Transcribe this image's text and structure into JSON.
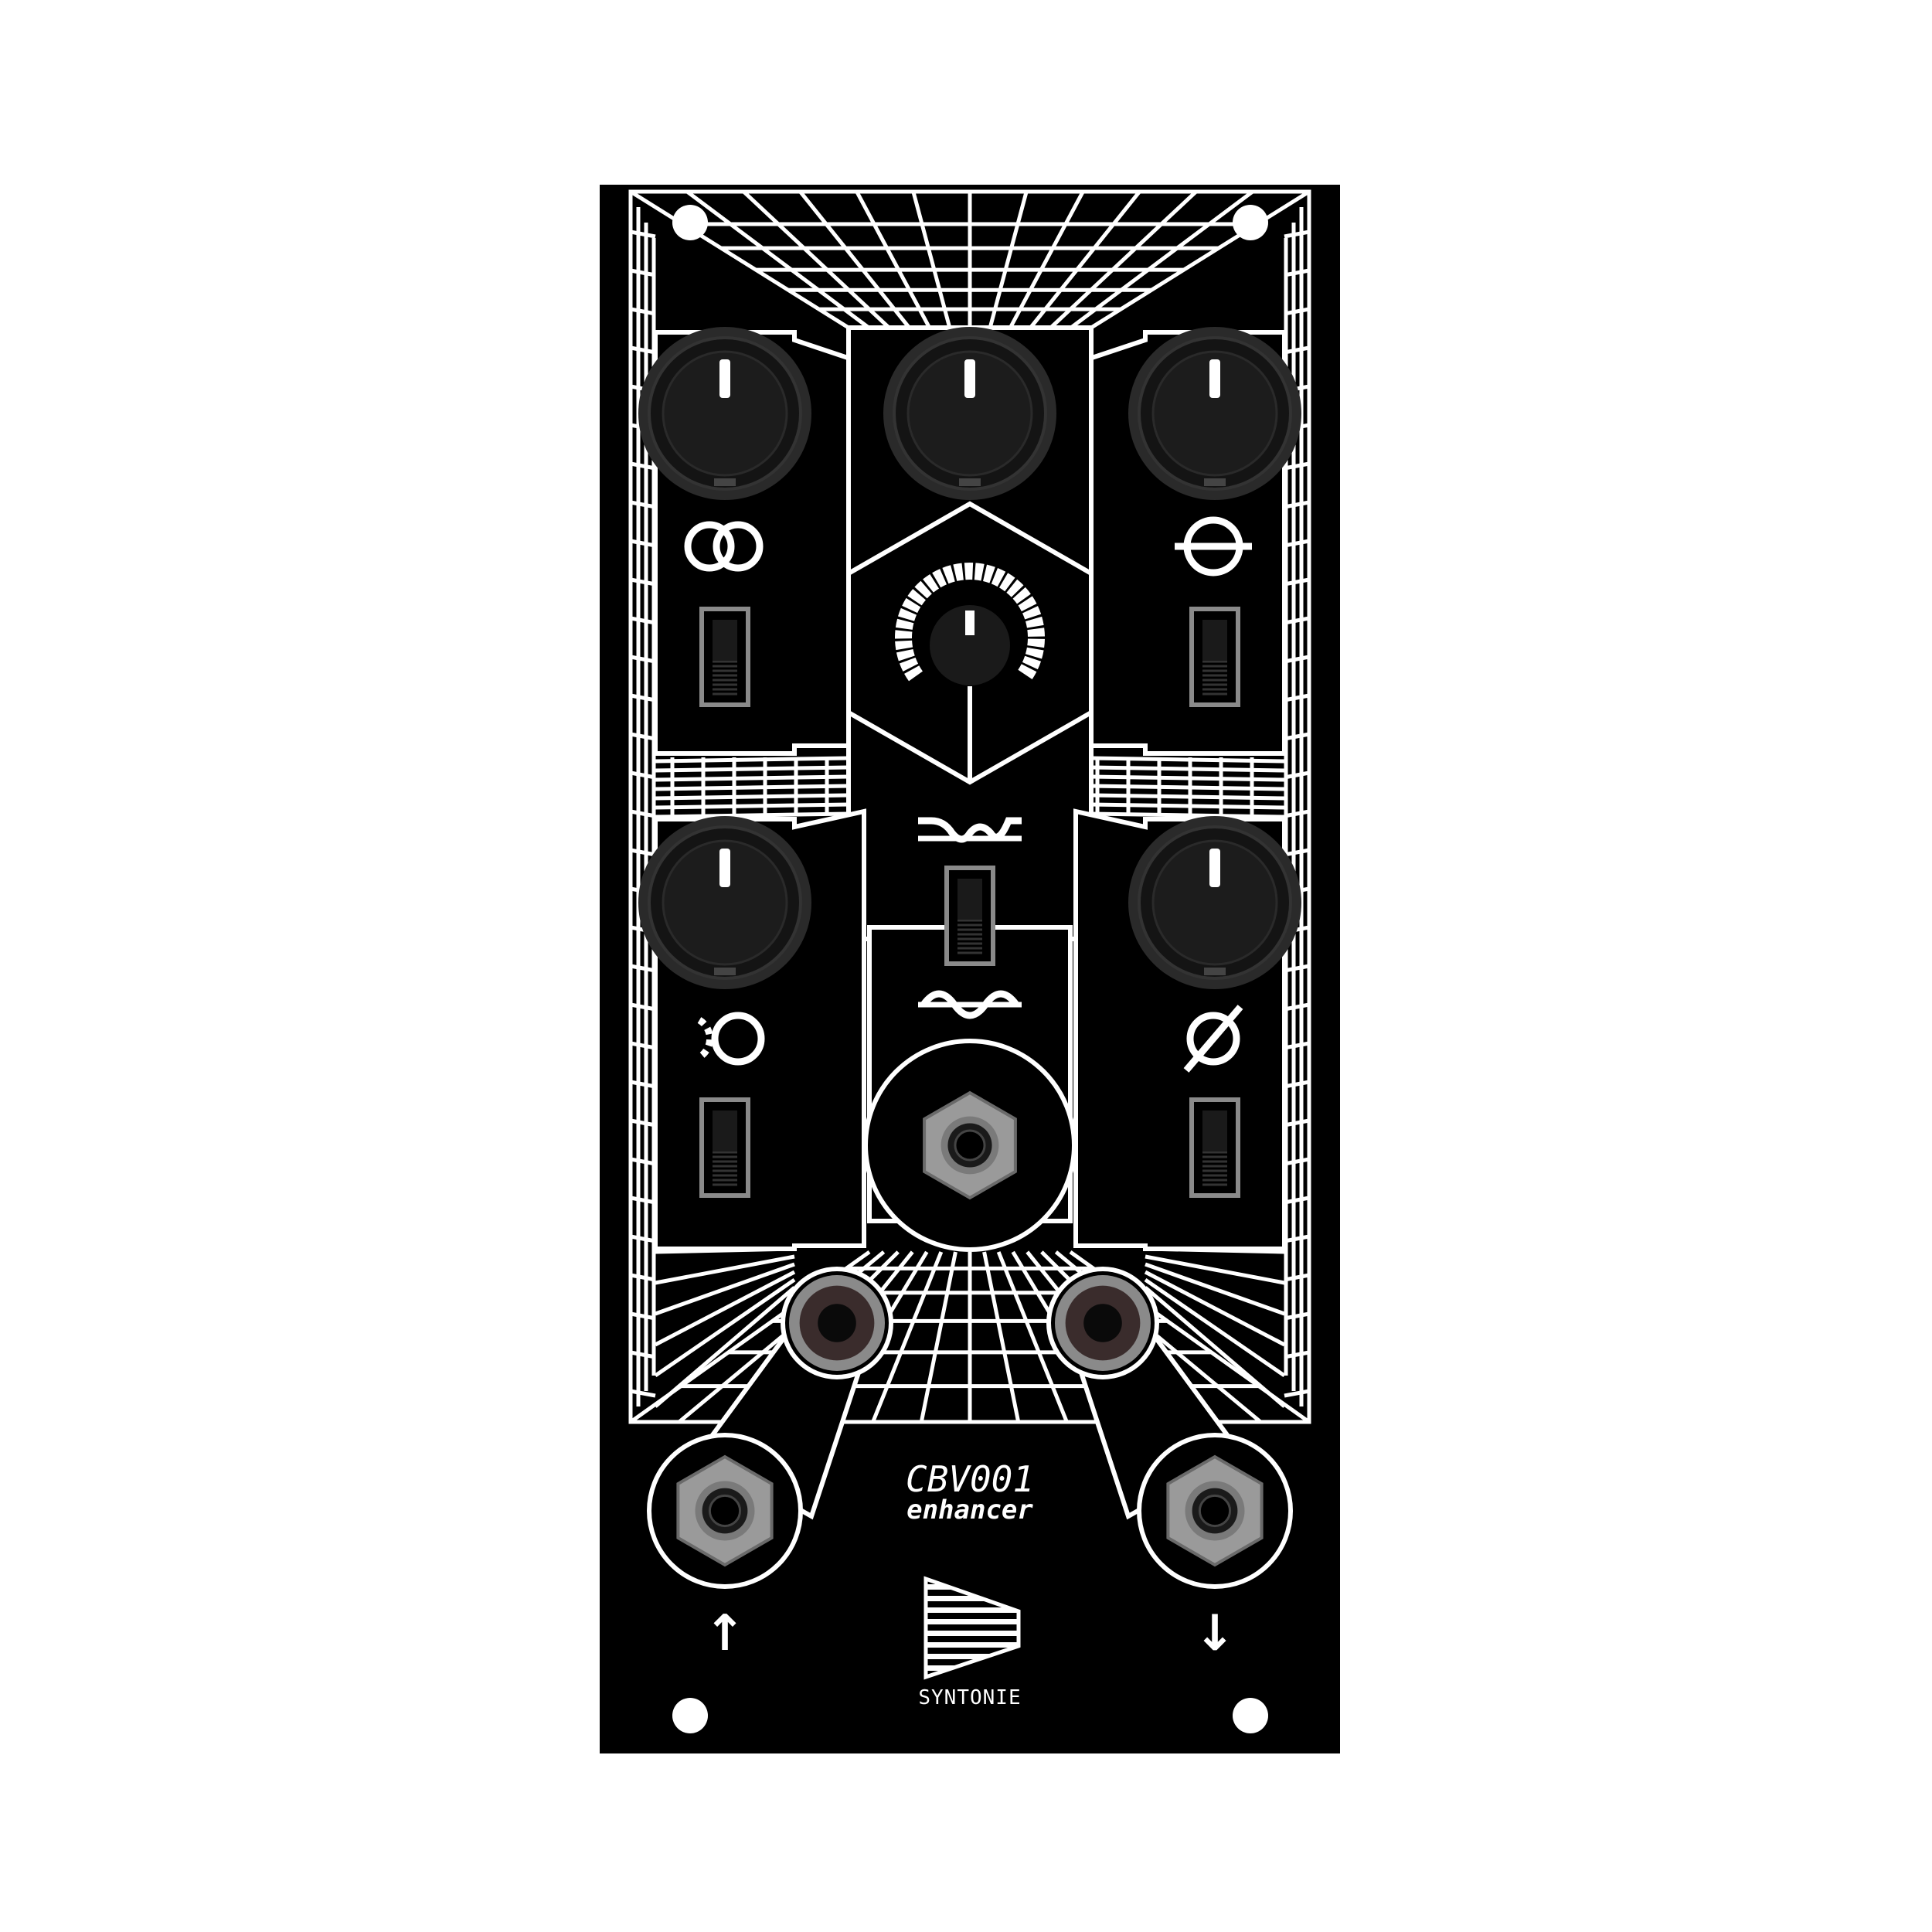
{
  "module": {
    "model": "CBV001",
    "subtitle": "enhancer",
    "brand": "SYNTONIE"
  },
  "jacks": {
    "input_arrow": "↑",
    "output_arrow": "↓"
  },
  "colors": {
    "panel": "#000000",
    "artwork": "#ffffff",
    "knob": "#1c1c1c",
    "switch_frame": "#8a8a8a",
    "jack_nut": "#9a9a9a"
  },
  "icons": {
    "knob_top_left": "double-circle-icon",
    "knob_top_right": "circle-horizontal-bar-icon",
    "knob_bottom_left": "dotted-circle-icon",
    "knob_bottom_right": "phase-icon",
    "switch_center_top": "wave-top-icon",
    "switch_center_bottom": "wave-bottom-icon",
    "logo": "syntonie-logo-icon"
  }
}
